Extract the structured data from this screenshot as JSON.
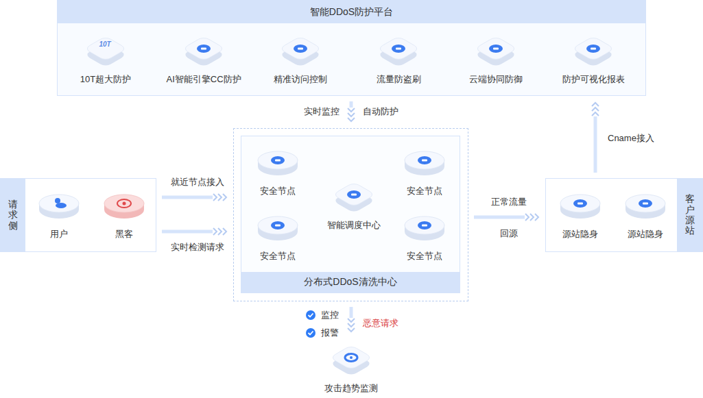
{
  "diagram": {
    "title": "智能DDoS防护平台",
    "nodes": [
      {
        "text": [
          "智能DDoS防护平台"
        ]
      },
      {
        "text": [
          "10T超大防护"
        ],
        "in": 0
      },
      {
        "text": [
          "AI智能引擎CC防护"
        ],
        "in": 0
      },
      {
        "text": [
          "精准访问控制"
        ],
        "in": 0
      },
      {
        "text": [
          "流量防盗刷"
        ],
        "in": 0
      },
      {
        "text": [
          "云端协同防御"
        ],
        "in": 0
      },
      {
        "text": [
          "防护可视化报表"
        ],
        "in": 0
      },
      {
        "text": [
          "请求侧"
        ]
      },
      {
        "text": [
          "用户"
        ],
        "in": 7
      },
      {
        "text": [
          "黑客"
        ],
        "in": 7
      },
      {
        "text": [
          "分布式DDoS清洗中心"
        ]
      },
      {
        "text": [
          "安全节点"
        ],
        "in": 10
      },
      {
        "text": [
          "安全节点"
        ],
        "in": 10
      },
      {
        "text": [
          "智能调度中心"
        ],
        "in": 10
      },
      {
        "text": [
          "安全节点"
        ],
        "in": 10
      },
      {
        "text": [
          "安全节点"
        ],
        "in": 10
      },
      {
        "text": [
          "客户源站"
        ]
      },
      {
        "text": [
          "源站隐身"
        ],
        "in": 16
      },
      {
        "text": [
          "源站隐身"
        ],
        "in": 16
      },
      {
        "text": [
          "攻击趋势监测"
        ]
      }
    ],
    "edges": [
      {
        "from": 7,
        "to": 10,
        "arrow": "to",
        "label": "就近节点接入"
      },
      {
        "from": 7,
        "to": 10,
        "arrow": "to",
        "label": "实时检测请求"
      },
      {
        "from": 0,
        "to": 10,
        "arrow": "to",
        "label": "实时监控"
      },
      {
        "from": 10,
        "to": 16,
        "arrow": "to",
        "label": "正常流量"
      },
      {
        "from": 16,
        "to": 0,
        "arrow": "to",
        "label": "Cname接入"
      },
      {
        "from": 10,
        "to": 19,
        "arrow": "to",
        "label": "恶意请求"
      }
    ],
    "labels": [
      "10T",
      "自动防护",
      "回源",
      "监控",
      "报警"
    ]
  }
}
